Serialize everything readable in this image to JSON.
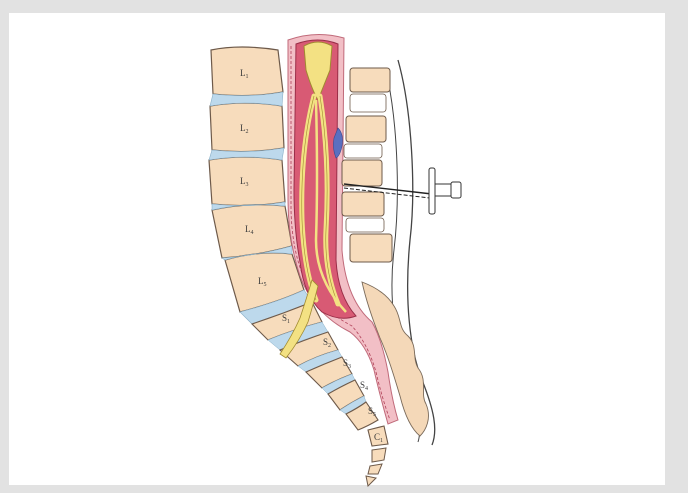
{
  "colors": {
    "background": "#e2e2e2",
    "panel": "#ffffff",
    "bone": "#f7dcbc",
    "bone_outline": "#6e5a4a",
    "disc": "#bdd9ec",
    "dural_sac": "#d85a74",
    "dura_outer": "#f2bfc6",
    "nerve": "#f3e183",
    "nerve_outline": "#a08a30",
    "fat": "#f4d8b8",
    "epidural_blob": "#5a6fc0",
    "line": "#333333"
  },
  "vertebra_labels": [
    {
      "base": "L",
      "sub": "1"
    },
    {
      "base": "L",
      "sub": "2"
    },
    {
      "base": "L",
      "sub": "3"
    },
    {
      "base": "L",
      "sub": "4"
    },
    {
      "base": "L",
      "sub": "5"
    },
    {
      "base": "S",
      "sub": "1"
    },
    {
      "base": "S",
      "sub": "2"
    },
    {
      "base": "S",
      "sub": "3"
    },
    {
      "base": "S",
      "sub": "4"
    },
    {
      "base": "S",
      "sub": "5"
    },
    {
      "base": "C",
      "sub": "1"
    }
  ]
}
